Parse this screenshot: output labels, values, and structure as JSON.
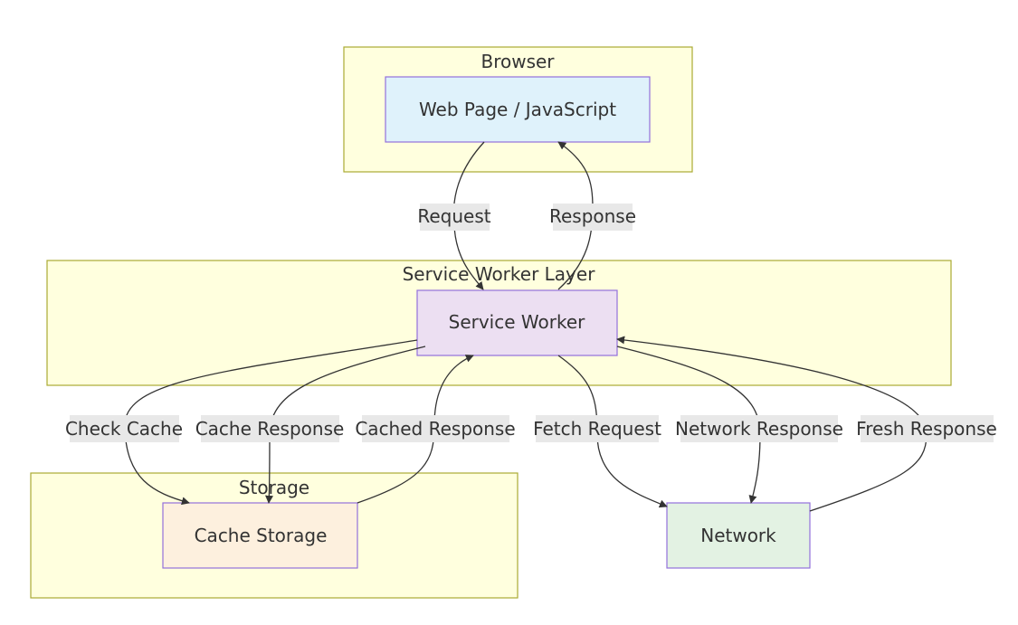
{
  "groups": {
    "browser": {
      "title": "Browser"
    },
    "service_worker_layer": {
      "title": "Service Worker Layer"
    },
    "storage": {
      "title": "Storage"
    }
  },
  "nodes": {
    "web_page": {
      "label": "Web Page / JavaScript",
      "fill": "#dff2fb"
    },
    "service_worker": {
      "label": "Service Worker",
      "fill": "#ecdff2"
    },
    "cache_storage": {
      "label": "Cache Storage",
      "fill": "#fdf0de"
    },
    "network": {
      "label": "Network",
      "fill": "#e3f2e3"
    }
  },
  "edges": {
    "request": {
      "label": "Request",
      "from": "Web Page / JavaScript",
      "to": "Service Worker"
    },
    "response": {
      "label": "Response",
      "from": "Service Worker",
      "to": "Web Page / JavaScript"
    },
    "check_cache": {
      "label": "Check Cache",
      "from": "Service Worker",
      "to": "Cache Storage"
    },
    "cache_response": {
      "label": "Cache Response",
      "from": "Service Worker",
      "to": "Cache Storage"
    },
    "cached_response": {
      "label": "Cached Response",
      "from": "Cache Storage",
      "to": "Service Worker"
    },
    "fetch_request": {
      "label": "Fetch Request",
      "from": "Service Worker",
      "to": "Network"
    },
    "network_response": {
      "label": "Network Response",
      "from": "Service Worker",
      "to": "Network"
    },
    "fresh_response": {
      "label": "Fresh Response",
      "from": "Network",
      "to": "Service Worker"
    }
  },
  "colors": {
    "group_fill": "#ffffde",
    "group_stroke": "#aaaa33",
    "node_stroke": "#9370db",
    "edge_stroke": "#333333",
    "edge_label_bg": "#e8e8e8"
  }
}
